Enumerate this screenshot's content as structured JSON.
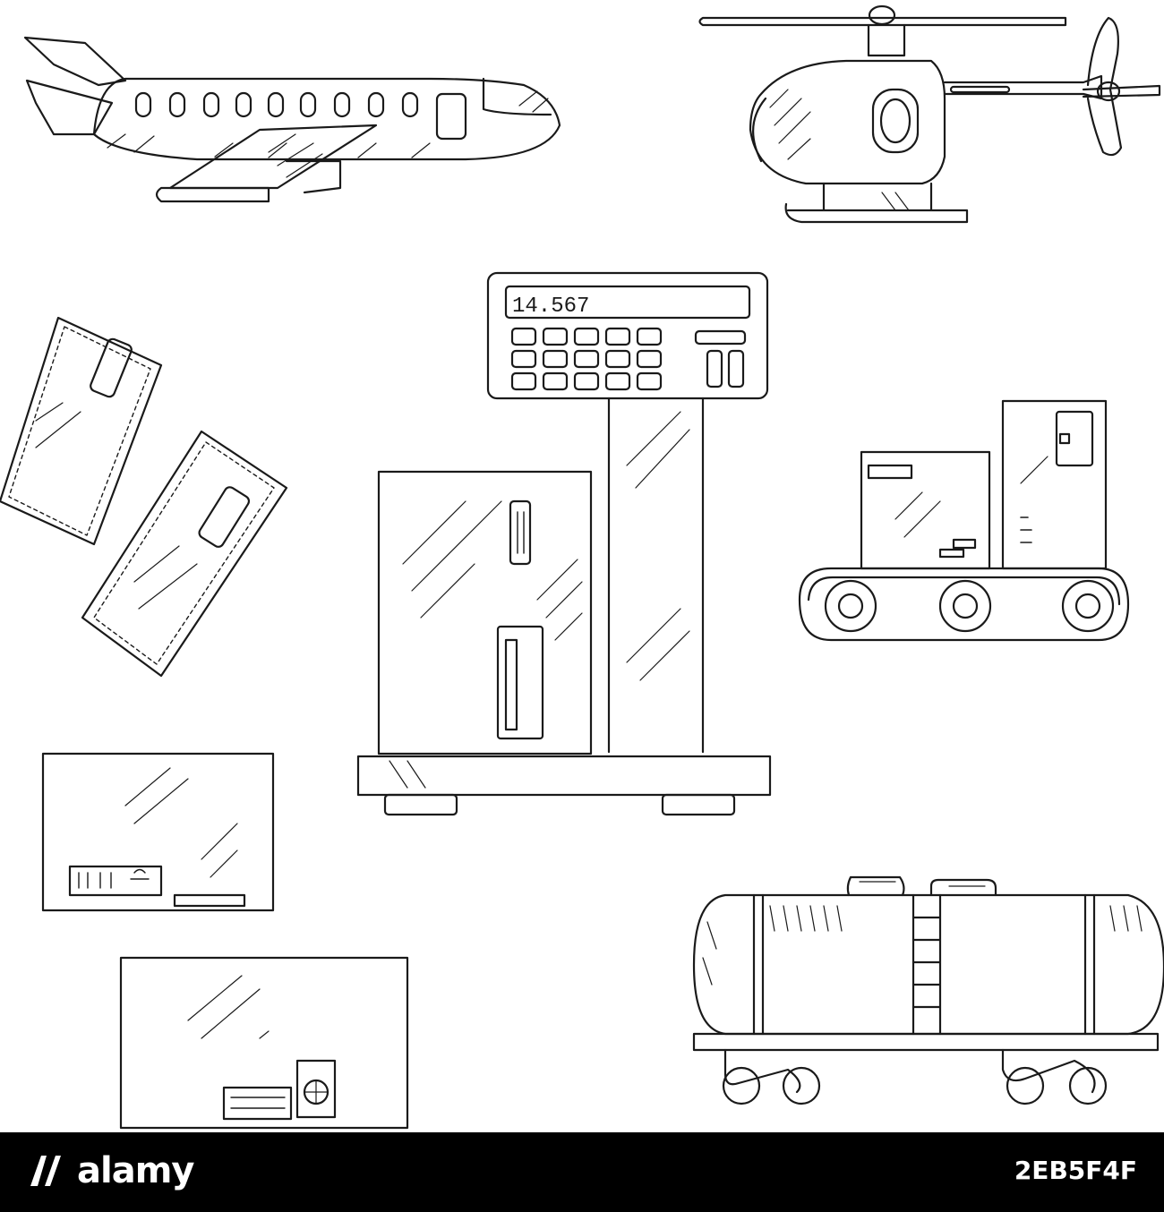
{
  "scale_display": {
    "reading": "14.567"
  },
  "footer": {
    "logo_text": "alamy",
    "image_id": "2EB5F4F"
  },
  "colors": {
    "ink": "#1a1a1a",
    "paper": "#ffffff",
    "footer_bg": "#000000",
    "footer_text": "#ffffff"
  }
}
